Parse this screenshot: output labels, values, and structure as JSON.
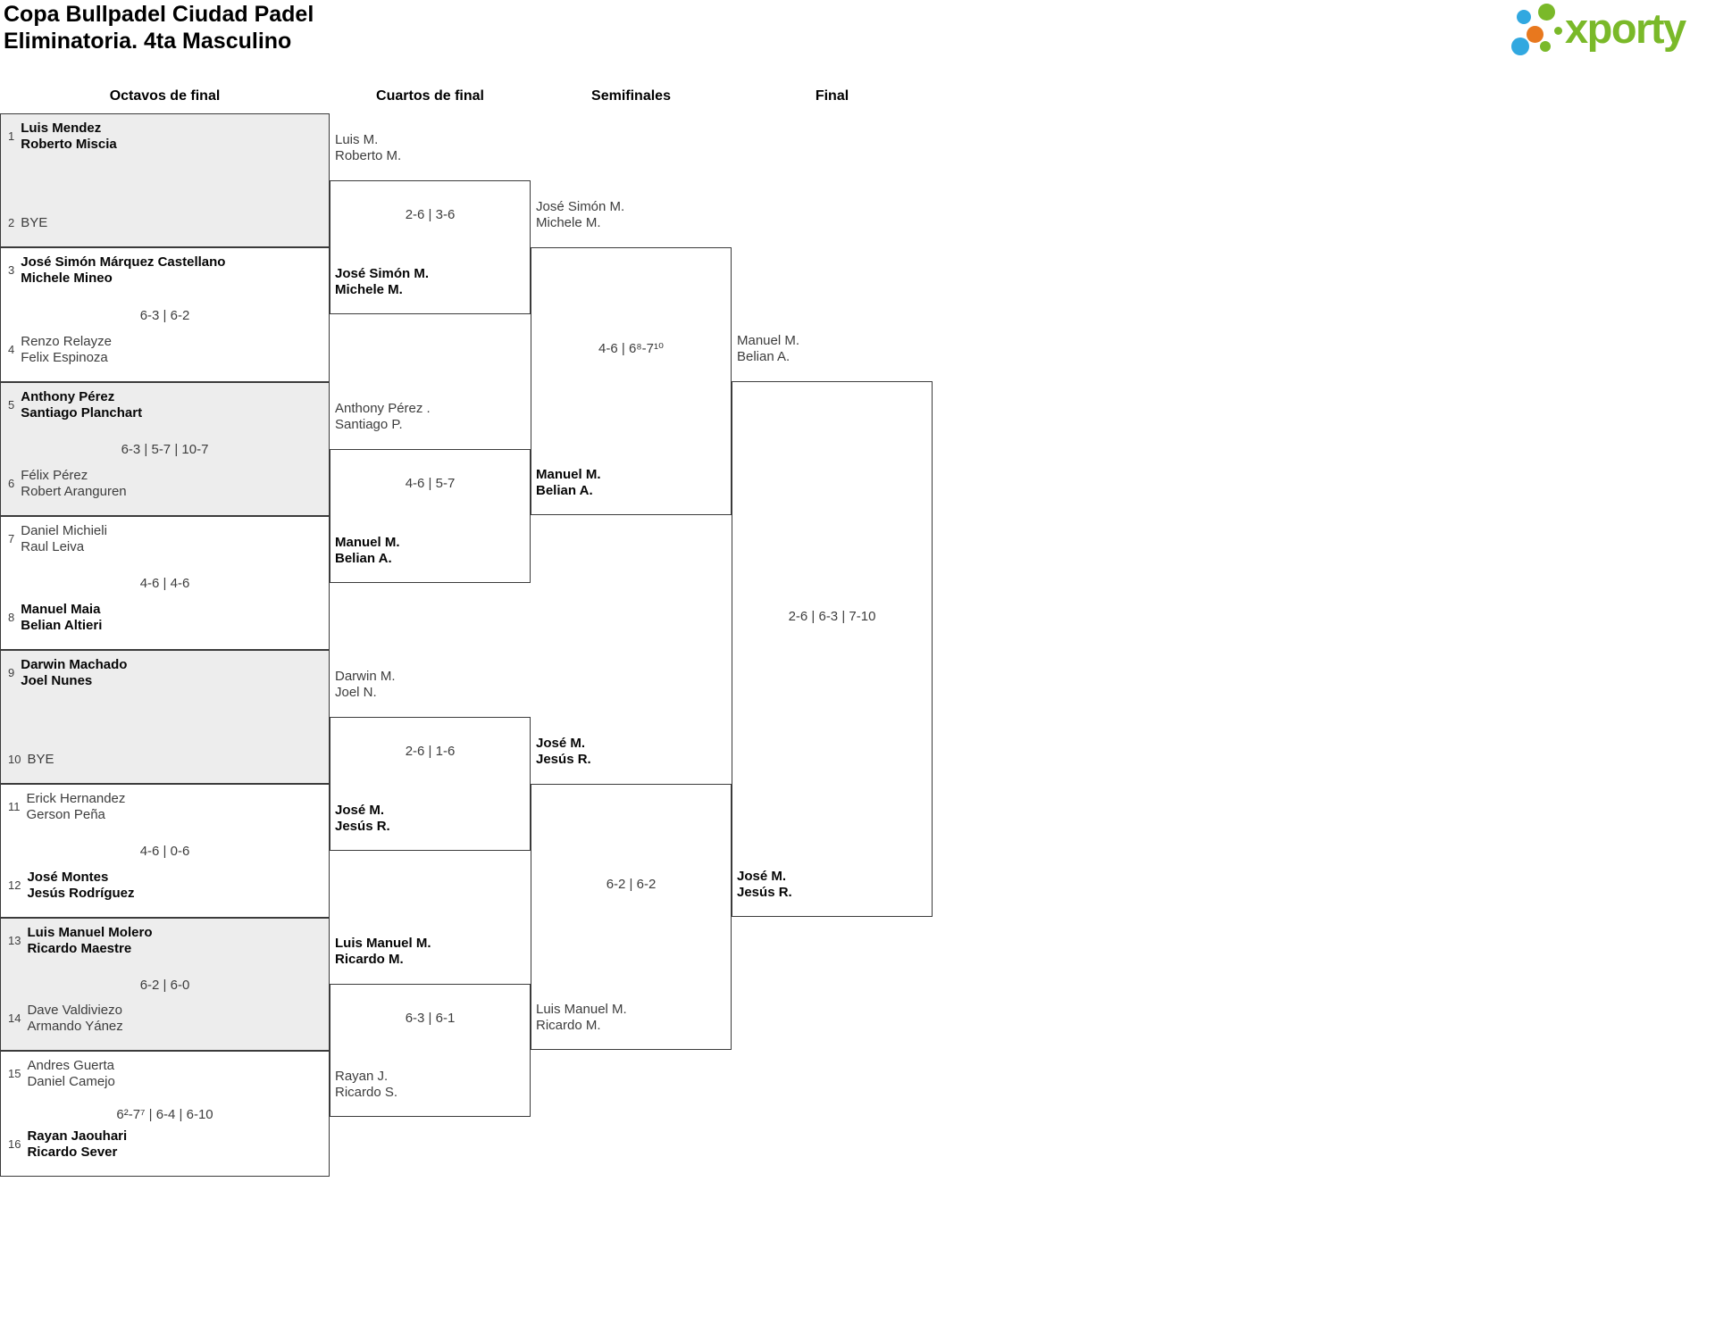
{
  "title": {
    "line1": "Copa Bullpadel Ciudad Padel",
    "line2": "Eliminatoria. 4ta Masculino"
  },
  "logo": {
    "text": "xporty"
  },
  "colors": {
    "logo_green": "#7ab929",
    "logo_blue": "#31a8e0",
    "logo_orange": "#e8781e",
    "box_gray": "#ededed",
    "border": "#3b3b3b"
  },
  "columns": [
    {
      "label": "Octavos de final"
    },
    {
      "label": "Cuartos de final"
    },
    {
      "label": "Semifinales"
    },
    {
      "label": "Final"
    }
  ],
  "round16": [
    {
      "gray": true,
      "seed_top": "1",
      "team_top": [
        "Luis Mendez",
        "Roberto Miscia"
      ],
      "top_winner": true,
      "score": "",
      "seed_bottom": "2",
      "team_bottom": [
        "BYE"
      ],
      "bottom_winner": false
    },
    {
      "gray": false,
      "seed_top": "3",
      "team_top": [
        "José Simón Márquez Castellano",
        "Michele Mineo"
      ],
      "top_winner": true,
      "score": "6-3 | 6-2",
      "seed_bottom": "4",
      "team_bottom": [
        "Renzo Relayze",
        "Felix Espinoza"
      ],
      "bottom_winner": false
    },
    {
      "gray": true,
      "seed_top": "5",
      "team_top": [
        "Anthony Pérez",
        "Santiago Planchart"
      ],
      "top_winner": true,
      "score": "6-3 | 5-7 | 10-7",
      "seed_bottom": "6",
      "team_bottom": [
        "Félix Pérez",
        "Robert Aranguren"
      ],
      "bottom_winner": false
    },
    {
      "gray": false,
      "seed_top": "7",
      "team_top": [
        "Daniel Michieli",
        "Raul Leiva"
      ],
      "top_winner": false,
      "score": "4-6 | 4-6",
      "seed_bottom": "8",
      "team_bottom": [
        "Manuel Maia",
        "Belian Altieri"
      ],
      "bottom_winner": true
    },
    {
      "gray": true,
      "seed_top": "9",
      "team_top": [
        "Darwin Machado",
        "Joel Nunes"
      ],
      "top_winner": true,
      "score": "",
      "seed_bottom": "10",
      "team_bottom": [
        "BYE"
      ],
      "bottom_winner": false
    },
    {
      "gray": false,
      "seed_top": "11",
      "team_top": [
        "Erick Hernandez",
        "Gerson Peña"
      ],
      "top_winner": false,
      "score": "4-6 | 0-6",
      "seed_bottom": "12",
      "team_bottom": [
        "José Montes",
        "Jesús Rodríguez"
      ],
      "bottom_winner": true
    },
    {
      "gray": true,
      "seed_top": "13",
      "team_top": [
        "Luis Manuel Molero",
        "Ricardo Maestre"
      ],
      "top_winner": true,
      "score": "6-2 | 6-0",
      "seed_bottom": "14",
      "team_bottom": [
        "Dave Valdiviezo",
        "Armando Yánez"
      ],
      "bottom_winner": false
    },
    {
      "gray": false,
      "seed_top": "15",
      "team_top": [
        "Andres Guerta",
        "Daniel Camejo"
      ],
      "top_winner": false,
      "score": "6²-7⁷ | 6-4 | 6-10",
      "seed_bottom": "16",
      "team_bottom": [
        "Rayan Jaouhari",
        "Ricardo Sever"
      ],
      "bottom_winner": true
    }
  ],
  "quarterfinals": [
    {
      "team_top": [
        "Luis M.",
        "Roberto M."
      ],
      "top_winner": false,
      "score": "2-6 | 3-6",
      "team_bottom": [
        "José Simón M.",
        "Michele M."
      ],
      "bottom_winner": true
    },
    {
      "team_top": [
        "Anthony Pérez .",
        "Santiago P."
      ],
      "top_winner": false,
      "score": "4-6 | 5-7",
      "team_bottom": [
        "Manuel M.",
        "Belian A."
      ],
      "bottom_winner": true
    },
    {
      "team_top": [
        "Darwin M.",
        "Joel N."
      ],
      "top_winner": false,
      "score": "2-6 | 1-6",
      "team_bottom": [
        "José M.",
        "Jesús R."
      ],
      "bottom_winner": true
    },
    {
      "team_top": [
        "Luis Manuel M.",
        "Ricardo M."
      ],
      "top_winner": true,
      "score": "6-3 | 6-1",
      "team_bottom": [
        "Rayan J.",
        "Ricardo S."
      ],
      "bottom_winner": false
    }
  ],
  "semifinals": [
    {
      "team_top": [
        "José Simón M.",
        "Michele M."
      ],
      "top_winner": false,
      "score": "4-6 | 6⁸-7¹⁰",
      "team_bottom": [
        "Manuel M.",
        "Belian A."
      ],
      "bottom_winner": true
    },
    {
      "team_top": [
        "José M.",
        "Jesús R."
      ],
      "top_winner": true,
      "score": "6-2 | 6-2",
      "team_bottom": [
        "Luis Manuel M.",
        "Ricardo M."
      ],
      "bottom_winner": false
    }
  ],
  "final": {
    "team_top": [
      "Manuel M.",
      "Belian A."
    ],
    "top_winner": false,
    "score": "2-6 | 6-3 | 7-10",
    "team_bottom": [
      "José M.",
      "Jesús R."
    ],
    "bottom_winner": true
  }
}
